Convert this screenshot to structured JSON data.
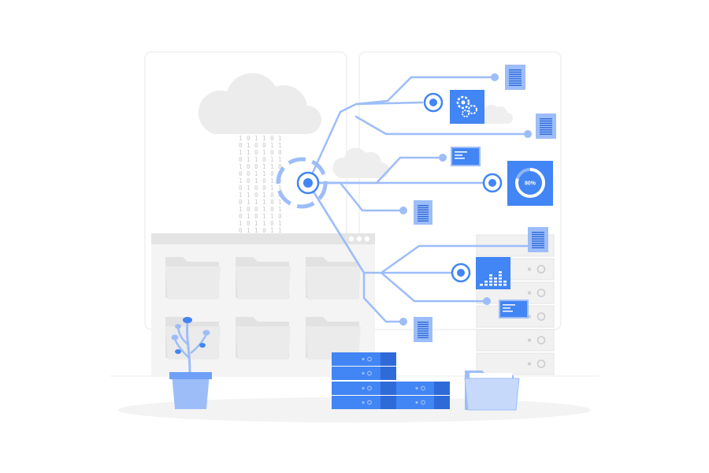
{
  "illustration": {
    "colors": {
      "primary": "#4285f4",
      "light_blue": "#9dbdf9",
      "pale_blue": "#c7d9fb",
      "dark_blue": "#2f6ad9",
      "gray_light": "#f4f4f4",
      "gray_mid": "#e6e6e6",
      "gray_dark": "#d2d2d2"
    },
    "binary_rows": [
      "1 0 1 1 0 1",
      "0 1 0 0 1 1",
      "1 1 0 1 0 0",
      "0 1 1 0 1 1",
      "1 0 0 1 1 0",
      "0 0 1 1 0 1",
      "1 0 1 0 1 0",
      "0 1 0 0 1 1",
      "1 1 0 1 0 0",
      "0 1 1 1 0 1",
      "1 0 0 1 0 1",
      "0 1 0 1 1 0",
      "1 0 1 1 0 1",
      "0 1 1 0 1 1"
    ],
    "gauge_label": "80%",
    "gauge_value": 0.8,
    "icons": [
      "cloud-icon",
      "folder-icon",
      "document-icon",
      "gears-icon",
      "monitor-icon",
      "gauge-icon",
      "bar-chart-icon",
      "server-icon",
      "plant-icon"
    ]
  }
}
